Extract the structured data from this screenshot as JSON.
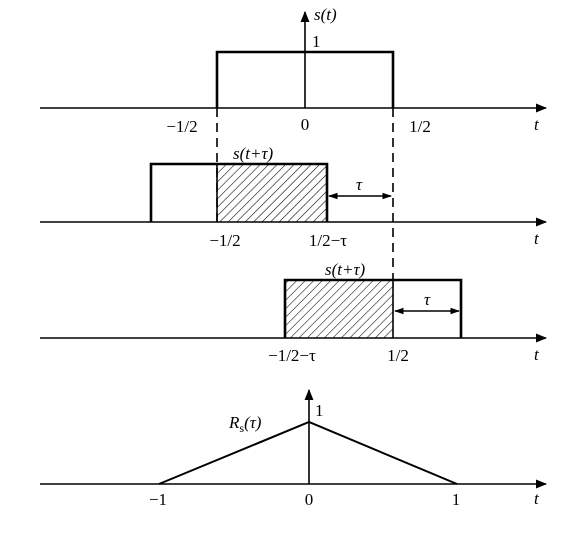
{
  "panel1": {
    "ylabel": "s(t)",
    "height_label": "1",
    "ticks": [
      "−1/2",
      "0",
      "1/2"
    ],
    "xlabel": "t"
  },
  "panel2": {
    "func_label": "s(t+τ)",
    "shift_label": "τ",
    "ticks": [
      "−1/2",
      "1/2−τ"
    ],
    "xlabel": "t"
  },
  "panel3": {
    "func_label": "s(t+τ)",
    "shift_label": "τ",
    "ticks": [
      "−1/2−τ",
      "1/2"
    ],
    "xlabel": "t"
  },
  "panel4": {
    "ylabel": "R",
    "ylabel_sub": "s",
    "ylabel_arg": "(τ)",
    "peak_label": "1",
    "ticks": [
      "−1",
      "0",
      "1"
    ],
    "xlabel": "t"
  }
}
